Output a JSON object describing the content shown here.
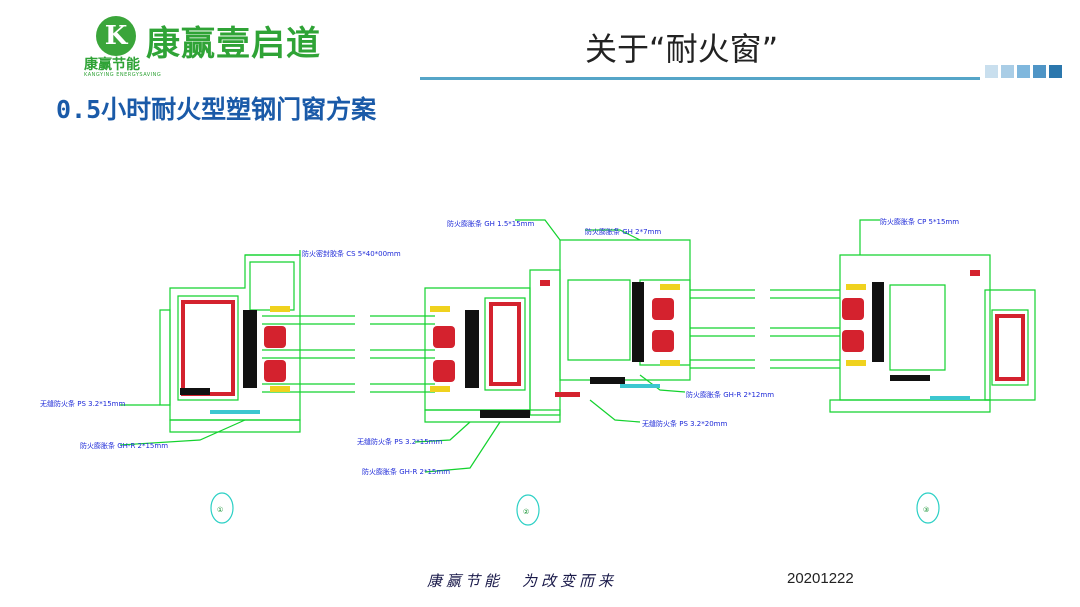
{
  "header": {
    "logo": {
      "brand": "康赢壹启道",
      "subtitle": "康赢节能",
      "english": "KANGYING ENERGYSAVING",
      "mark_letter": "K"
    },
    "title": "关于“耐火窗”",
    "accent_color": "#55a5c8",
    "square_colors": [
      "#c9dfee",
      "#a9cde6",
      "#7fb7dd",
      "#4f95c6",
      "#2b77ad"
    ]
  },
  "subtitle": "0.5小时耐火型塑钢门窗方案",
  "drawing_labels": {
    "top_left": "防火密封胶条 CS 5*40*00mm",
    "top_mid1": "防火膨胀条 GH 1.5*15mm",
    "top_mid2": "防火膨胀条 GH 2*7mm",
    "top_right": "防火膨胀条 CP 5*15mm",
    "left_1": "无缝防火条 PS 3.2*15mm",
    "left_2": "防火膨胀条 GH-R 2*15mm",
    "mid_1": "无缝防火条 PS 3.2*15mm",
    "mid_2": "防火膨胀条 GH-R 2*15mm",
    "right_1": "防火膨胀条 GH-R 2*12mm",
    "right_2": "无缝防火条 PS 3.2*20mm"
  },
  "section_marks": [
    "①",
    "②",
    "③"
  ],
  "footer": {
    "slogan": "康赢节能　为改变而来",
    "date": "20201222"
  }
}
